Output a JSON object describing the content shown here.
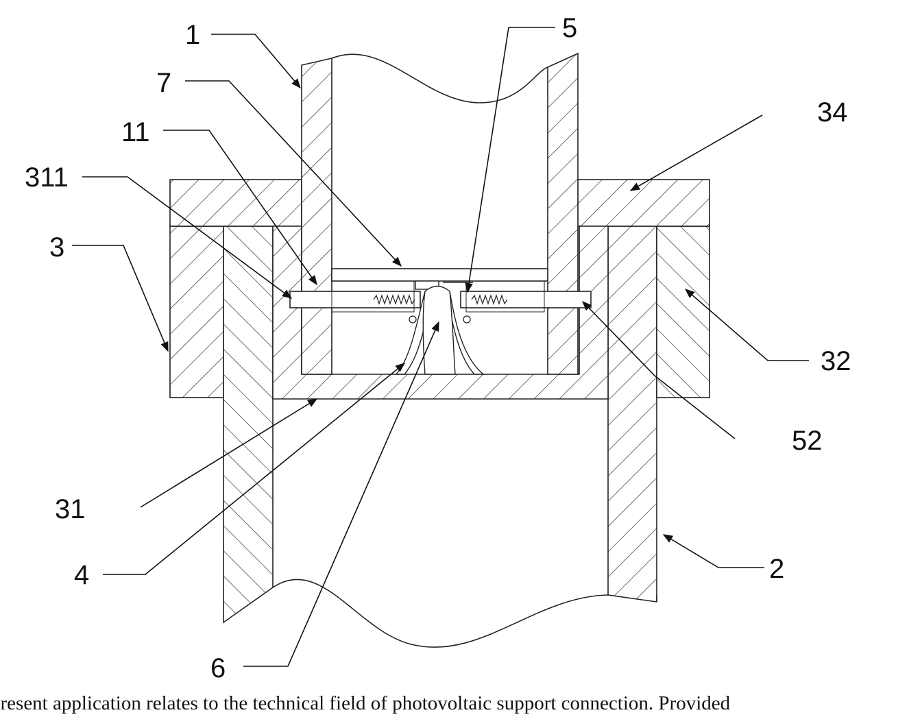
{
  "labels": {
    "l1": "1",
    "l2": "2",
    "l3": "3",
    "l4": "4",
    "l5": "5",
    "l6": "6",
    "l7": "7",
    "l11": "11",
    "l31": "31",
    "l32": "32",
    "l34": "34",
    "l52": "52",
    "l311": "311"
  },
  "caption": "present application relates to the technical field of photovoltaic support connection. Provided"
}
